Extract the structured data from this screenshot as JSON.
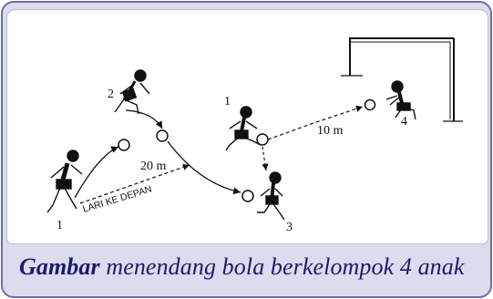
{
  "illustration": {
    "players": [
      "1",
      "2",
      "1",
      "4",
      "3"
    ],
    "distances": [
      "20 m",
      "10 m"
    ],
    "run_label": "LARI KE DEPAN"
  },
  "caption": {
    "lead": "Gambar",
    "text": " menendang bola berkelompok 4 anak"
  }
}
